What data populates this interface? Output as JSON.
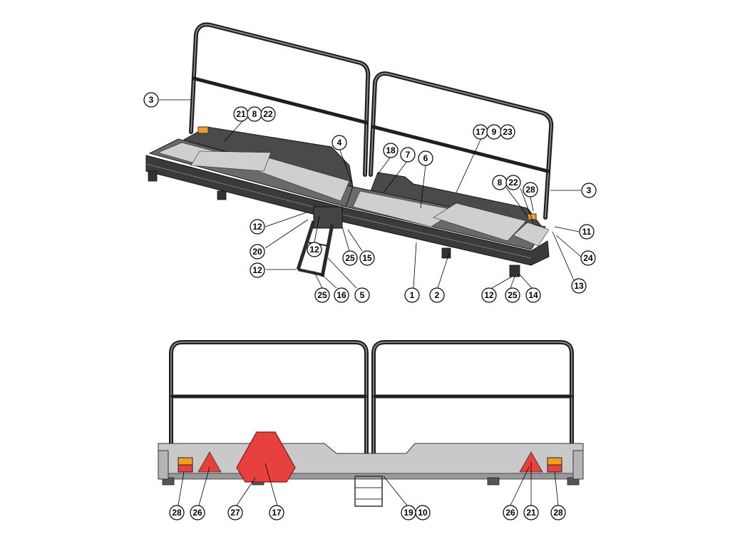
{
  "colors": {
    "frame_dark": "#3a3a3a",
    "frame_mid": "#5a5a5a",
    "panel_gray": "#c9c9c9",
    "grate_light": "#d4d4d4",
    "reflector_red": "#e8413d",
    "lamp_amber": "#f0a020",
    "line_black": "#000000"
  },
  "callouts_top": [
    {
      "id": "c3a",
      "label": "3"
    },
    {
      "id": "c21",
      "label": "21"
    },
    {
      "id": "c8a",
      "label": "8"
    },
    {
      "id": "c22a",
      "label": "22"
    },
    {
      "id": "c4",
      "label": "4"
    },
    {
      "id": "c18",
      "label": "18"
    },
    {
      "id": "c7",
      "label": "7"
    },
    {
      "id": "c6",
      "label": "6"
    },
    {
      "id": "c17a",
      "label": "17"
    },
    {
      "id": "c9",
      "label": "9"
    },
    {
      "id": "c23",
      "label": "23"
    },
    {
      "id": "c8b",
      "label": "8"
    },
    {
      "id": "c22b",
      "label": "22"
    },
    {
      "id": "c28a",
      "label": "28"
    },
    {
      "id": "c3b",
      "label": "3"
    },
    {
      "id": "c11",
      "label": "11"
    },
    {
      "id": "c24",
      "label": "24"
    },
    {
      "id": "c13",
      "label": "13"
    },
    {
      "id": "c12a",
      "label": "12"
    },
    {
      "id": "c20",
      "label": "20"
    },
    {
      "id": "c12b",
      "label": "12"
    },
    {
      "id": "c25a",
      "label": "25"
    },
    {
      "id": "c15",
      "label": "15"
    },
    {
      "id": "c12c",
      "label": "12"
    },
    {
      "id": "c25b",
      "label": "25"
    },
    {
      "id": "c16",
      "label": "16"
    },
    {
      "id": "c5",
      "label": "5"
    },
    {
      "id": "c1",
      "label": "1"
    },
    {
      "id": "c2",
      "label": "2"
    },
    {
      "id": "c12d",
      "label": "12"
    },
    {
      "id": "c25c",
      "label": "25"
    },
    {
      "id": "c14",
      "label": "14"
    }
  ],
  "callouts_bottom": [
    {
      "id": "b28a",
      "label": "28"
    },
    {
      "id": "b26a",
      "label": "26"
    },
    {
      "id": "b27",
      "label": "27"
    },
    {
      "id": "b17",
      "label": "17"
    },
    {
      "id": "b19",
      "label": "19"
    },
    {
      "id": "b10",
      "label": "10"
    },
    {
      "id": "b26b",
      "label": "26"
    },
    {
      "id": "b21",
      "label": "21"
    },
    {
      "id": "b28b",
      "label": "28"
    }
  ]
}
